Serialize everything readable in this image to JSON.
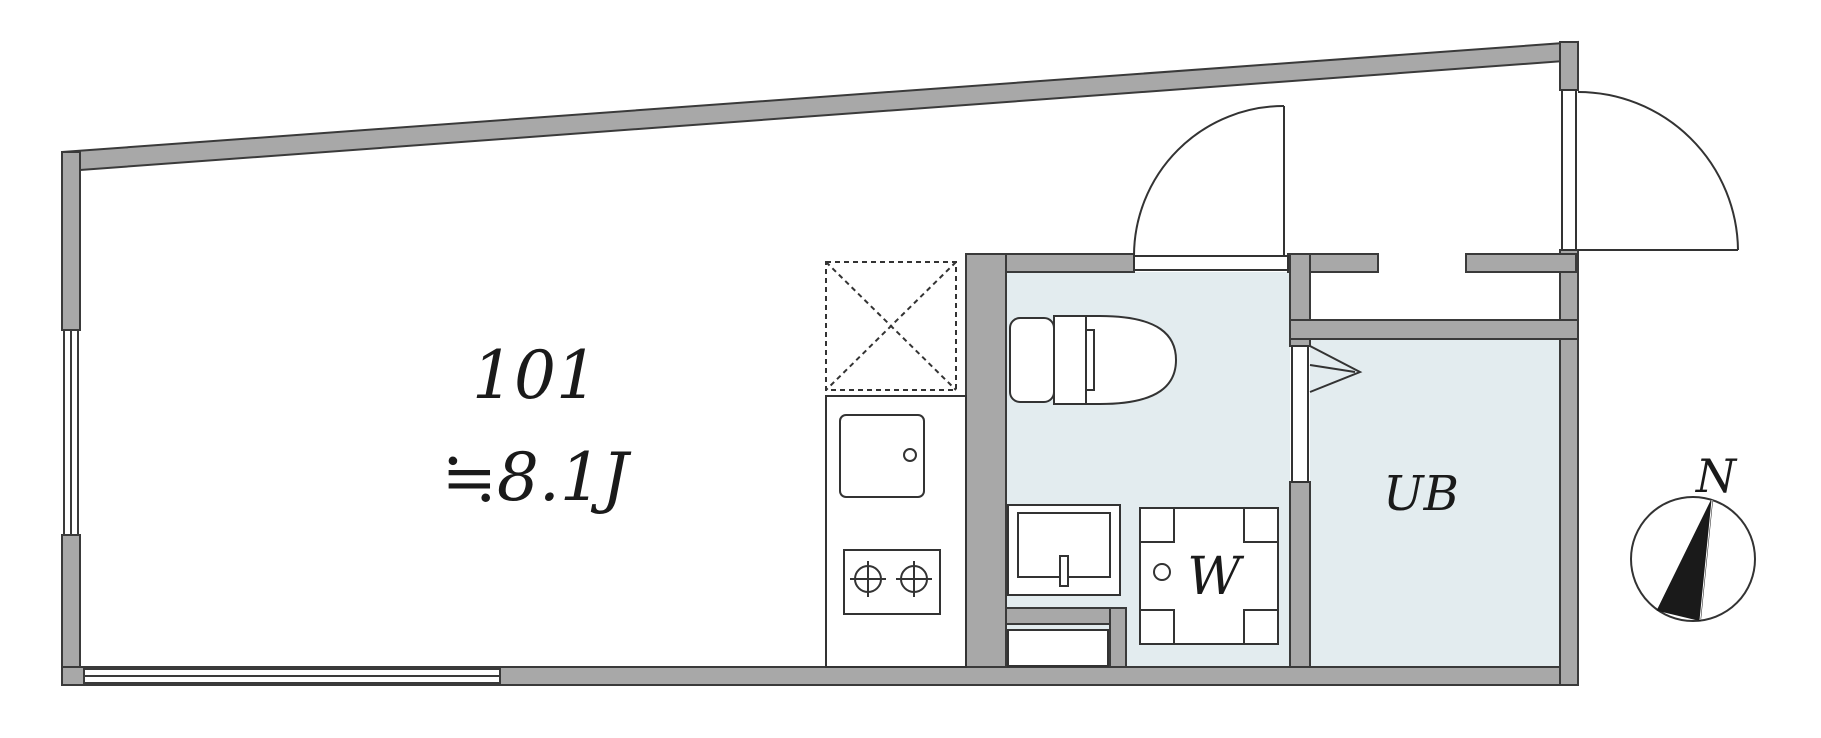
{
  "room": {
    "number": "101",
    "size": "≒8.1J"
  },
  "labels": {
    "bath": "UB",
    "washer": "W",
    "north": "N"
  },
  "colors": {
    "wall": "#a8a8a8",
    "wall_stroke": "#3a3a3a",
    "wet_area": "#e3ecef",
    "line": "#333333",
    "background": "#ffffff"
  }
}
